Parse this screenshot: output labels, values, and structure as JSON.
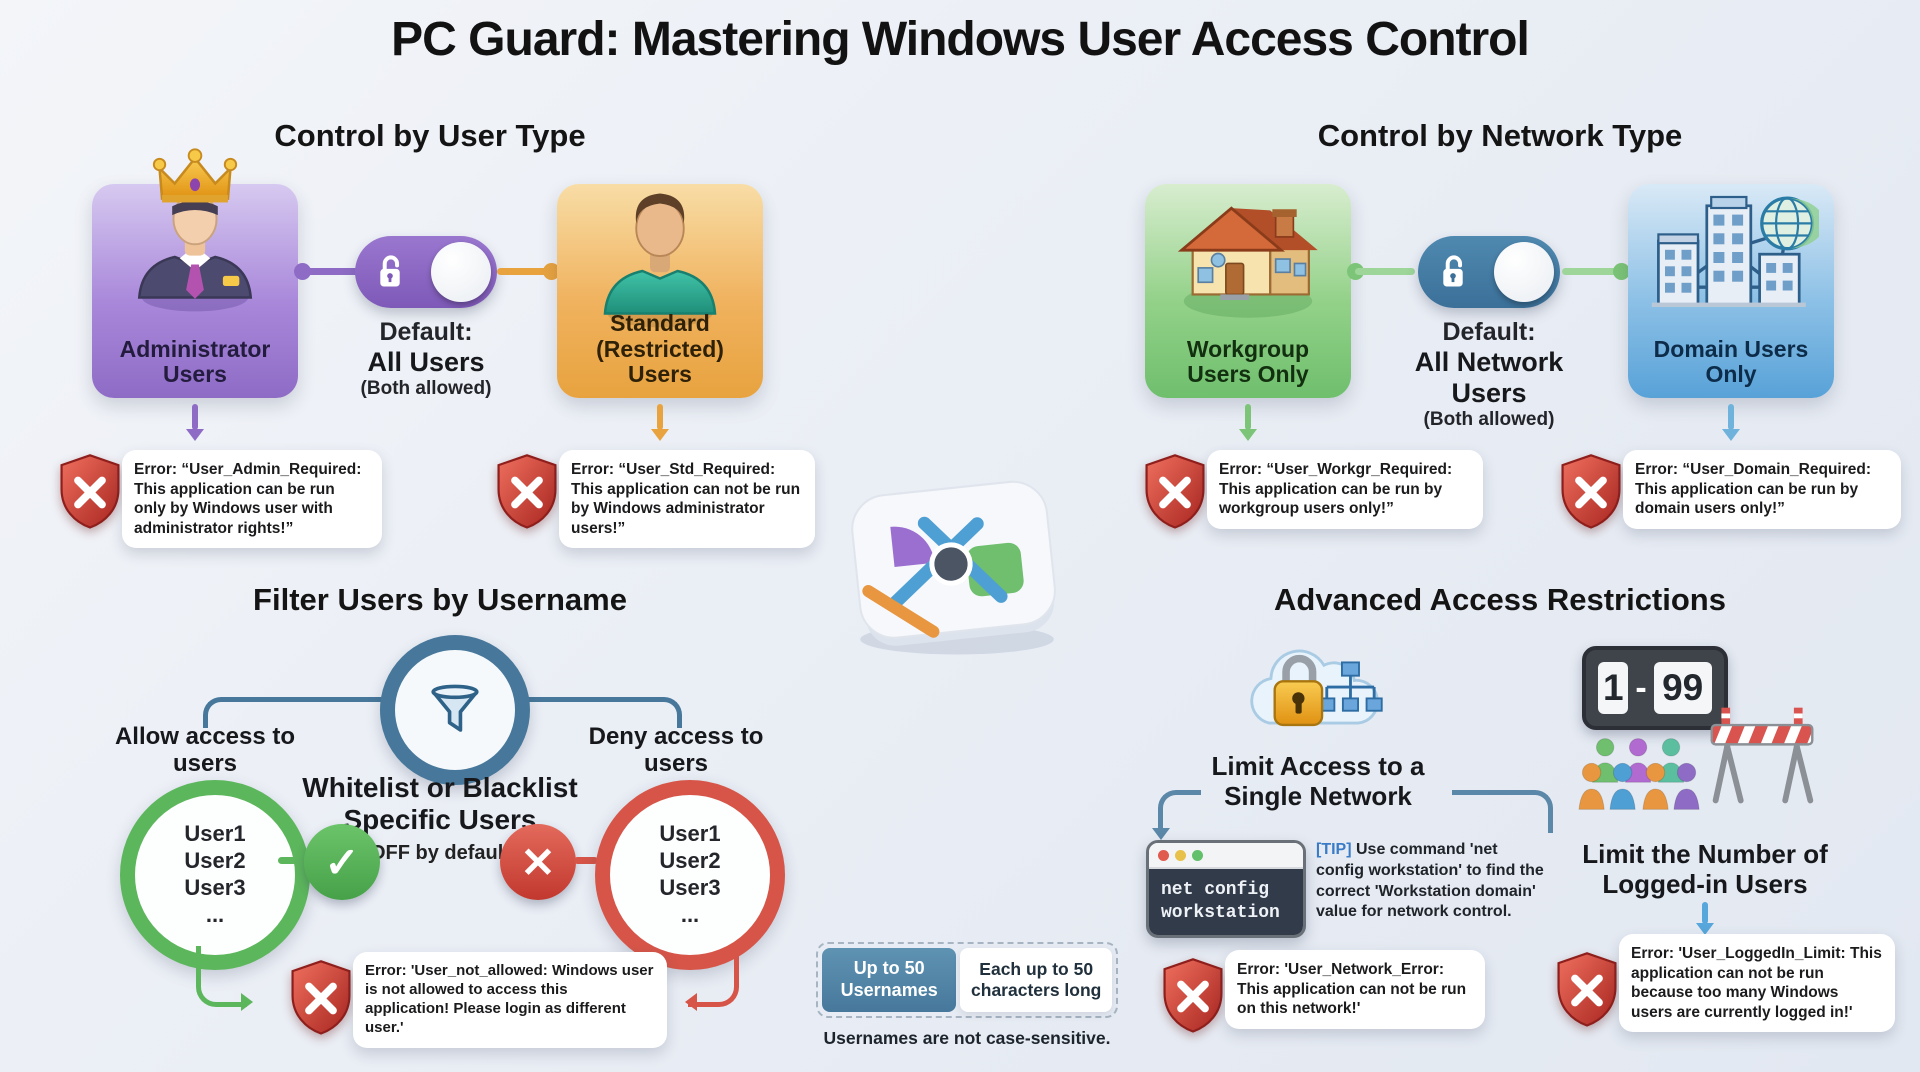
{
  "title": "PC Guard: Mastering Windows User Access Control",
  "colors": {
    "purple": "#8e6cc6",
    "orange": "#e8a33f",
    "green": "#6fbf6d",
    "blue": "#58a2d8",
    "steel": "#47789b",
    "error_red": "#c23129",
    "tip_blue": "#3a7bc8",
    "gold": "#f0b429"
  },
  "icons": {
    "check": "✓",
    "cross": "✕"
  },
  "user_type": {
    "heading": "Control by User Type",
    "admin_label": "Administrator Users",
    "default_label": "Default:",
    "default_value": "All Users",
    "default_note": "(Both allowed)",
    "standard_label": "Standard (Restricted) Users",
    "error_admin": "Error: “User_Admin_Required: This application can be run only by Windows user with administrator rights!”",
    "error_std": "Error: “User_Std_Required: This application can not be run by Windows administrator users!”"
  },
  "network_type": {
    "heading": "Control by Network Type",
    "workgroup_label": "Workgroup Users Only",
    "default_label": "Default:",
    "default_value": "All Network Users",
    "default_note": "(Both allowed)",
    "domain_label": "Domain Users Only",
    "error_workgroup": "Error: “User_Workgr_Required: This application can be run by workgroup users only!”",
    "error_domain": "Error: “User_Domain_Required: This application can be run by domain users only!”"
  },
  "filter": {
    "heading": "Filter Users by Username",
    "allow_label": "Allow access to users",
    "deny_label": "Deny access to users",
    "center_title": "Whitelist or Blacklist Specific Users",
    "center_note": "(OFF by default)",
    "allow_users": [
      "User1",
      "User2",
      "User3",
      "..."
    ],
    "deny_users": [
      "User1",
      "User2",
      "User3",
      "..."
    ],
    "error_not_allowed": "Error: 'User_not_allowed: Windows user is not allowed to access this application! Please login as different user.'"
  },
  "username_rules": {
    "badge_primary": "Up to 50 Usernames",
    "badge_secondary": "Each up to 50 characters long",
    "caption": "Usernames are not case-sensitive."
  },
  "advanced": {
    "heading": "Advanced Access Restrictions",
    "network_title": "Limit Access to a Single Network",
    "terminal_line1": "net config",
    "terminal_line2": "workstation",
    "tip_label": "[TIP]",
    "tip_text": " Use command 'net config workstation' to find the correct 'Workstation domain' value for network control.",
    "counter_min": "1",
    "counter_sep": "-",
    "counter_max": "99",
    "loggedin_title": "Limit the Number of Logged-in Users",
    "error_network": "Error: 'User_Network_Error: This application can not be run on this network!'",
    "error_loggedin": "Error: 'User_LoggedIn_Limit: This application can not be run because too many Windows users are currently logged in!'"
  }
}
